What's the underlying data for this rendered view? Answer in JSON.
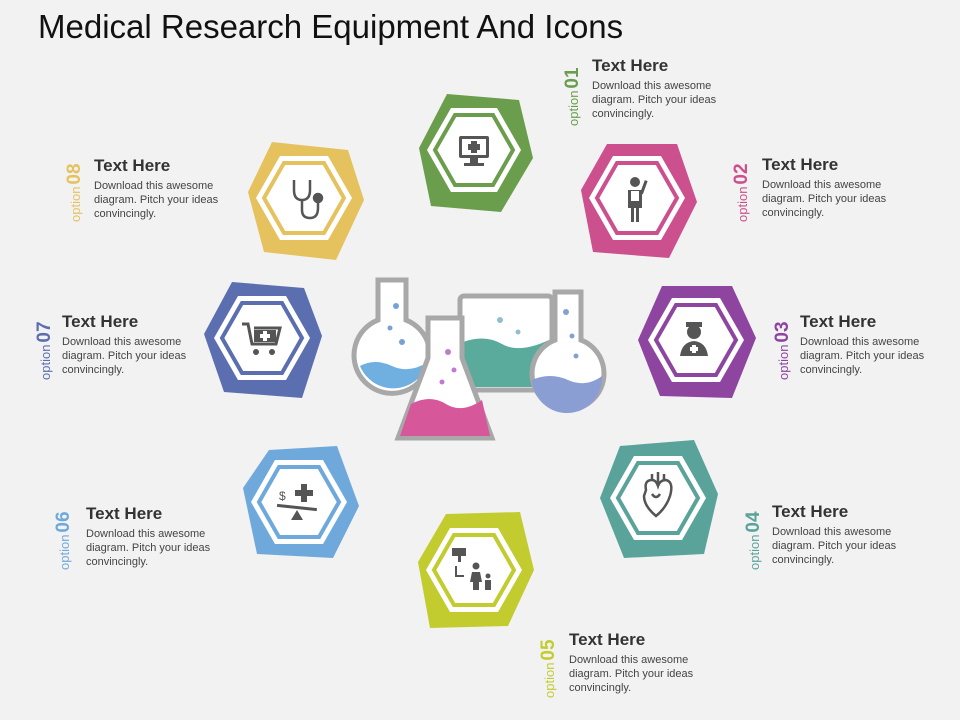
{
  "title": "Medical Research Equipment And Icons",
  "options": [
    {
      "option_word": "option",
      "number": "01",
      "heading": "Text Here",
      "desc": "Download this awesome diagram. Pitch your ideas convincingly.",
      "color": "#6a9e4c",
      "icon": "monitor-cross-icon"
    },
    {
      "option_word": "option",
      "number": "02",
      "heading": "Text Here",
      "desc": "Download this awesome diagram. Pitch your ideas convincingly.",
      "color": "#cc4f8e",
      "icon": "doctor-icon"
    },
    {
      "option_word": "option",
      "number": "03",
      "heading": "Text Here",
      "desc": "Download this awesome diagram. Pitch your ideas convincingly.",
      "color": "#8e45a0",
      "icon": "nurse-icon"
    },
    {
      "option_word": "option",
      "number": "04",
      "heading": "Text Here",
      "desc": "Download this awesome diagram. Pitch your ideas convincingly.",
      "color": "#5aa39a",
      "icon": "heart-organ-icon"
    },
    {
      "option_word": "option",
      "number": "05",
      "heading": "Text Here",
      "desc": "Download this awesome diagram. Pitch your ideas convincingly.",
      "color": "#c2cc2e",
      "icon": "family-icon"
    },
    {
      "option_word": "option",
      "number": "06",
      "heading": "Text Here",
      "desc": "Download this awesome diagram. Pitch your ideas convincingly.",
      "color": "#6fa9dc",
      "icon": "cost-balance-icon"
    },
    {
      "option_word": "option",
      "number": "07",
      "heading": "Text Here",
      "desc": "Download this awesome diagram. Pitch your ideas convincingly.",
      "color": "#5b6fb0",
      "icon": "medical-cart-icon"
    },
    {
      "option_word": "option",
      "number": "08",
      "heading": "Text Here",
      "desc": "Download this awesome diagram. Pitch your ideas convincingly.",
      "color": "#e6c25f",
      "icon": "stethoscope-icon"
    }
  ]
}
